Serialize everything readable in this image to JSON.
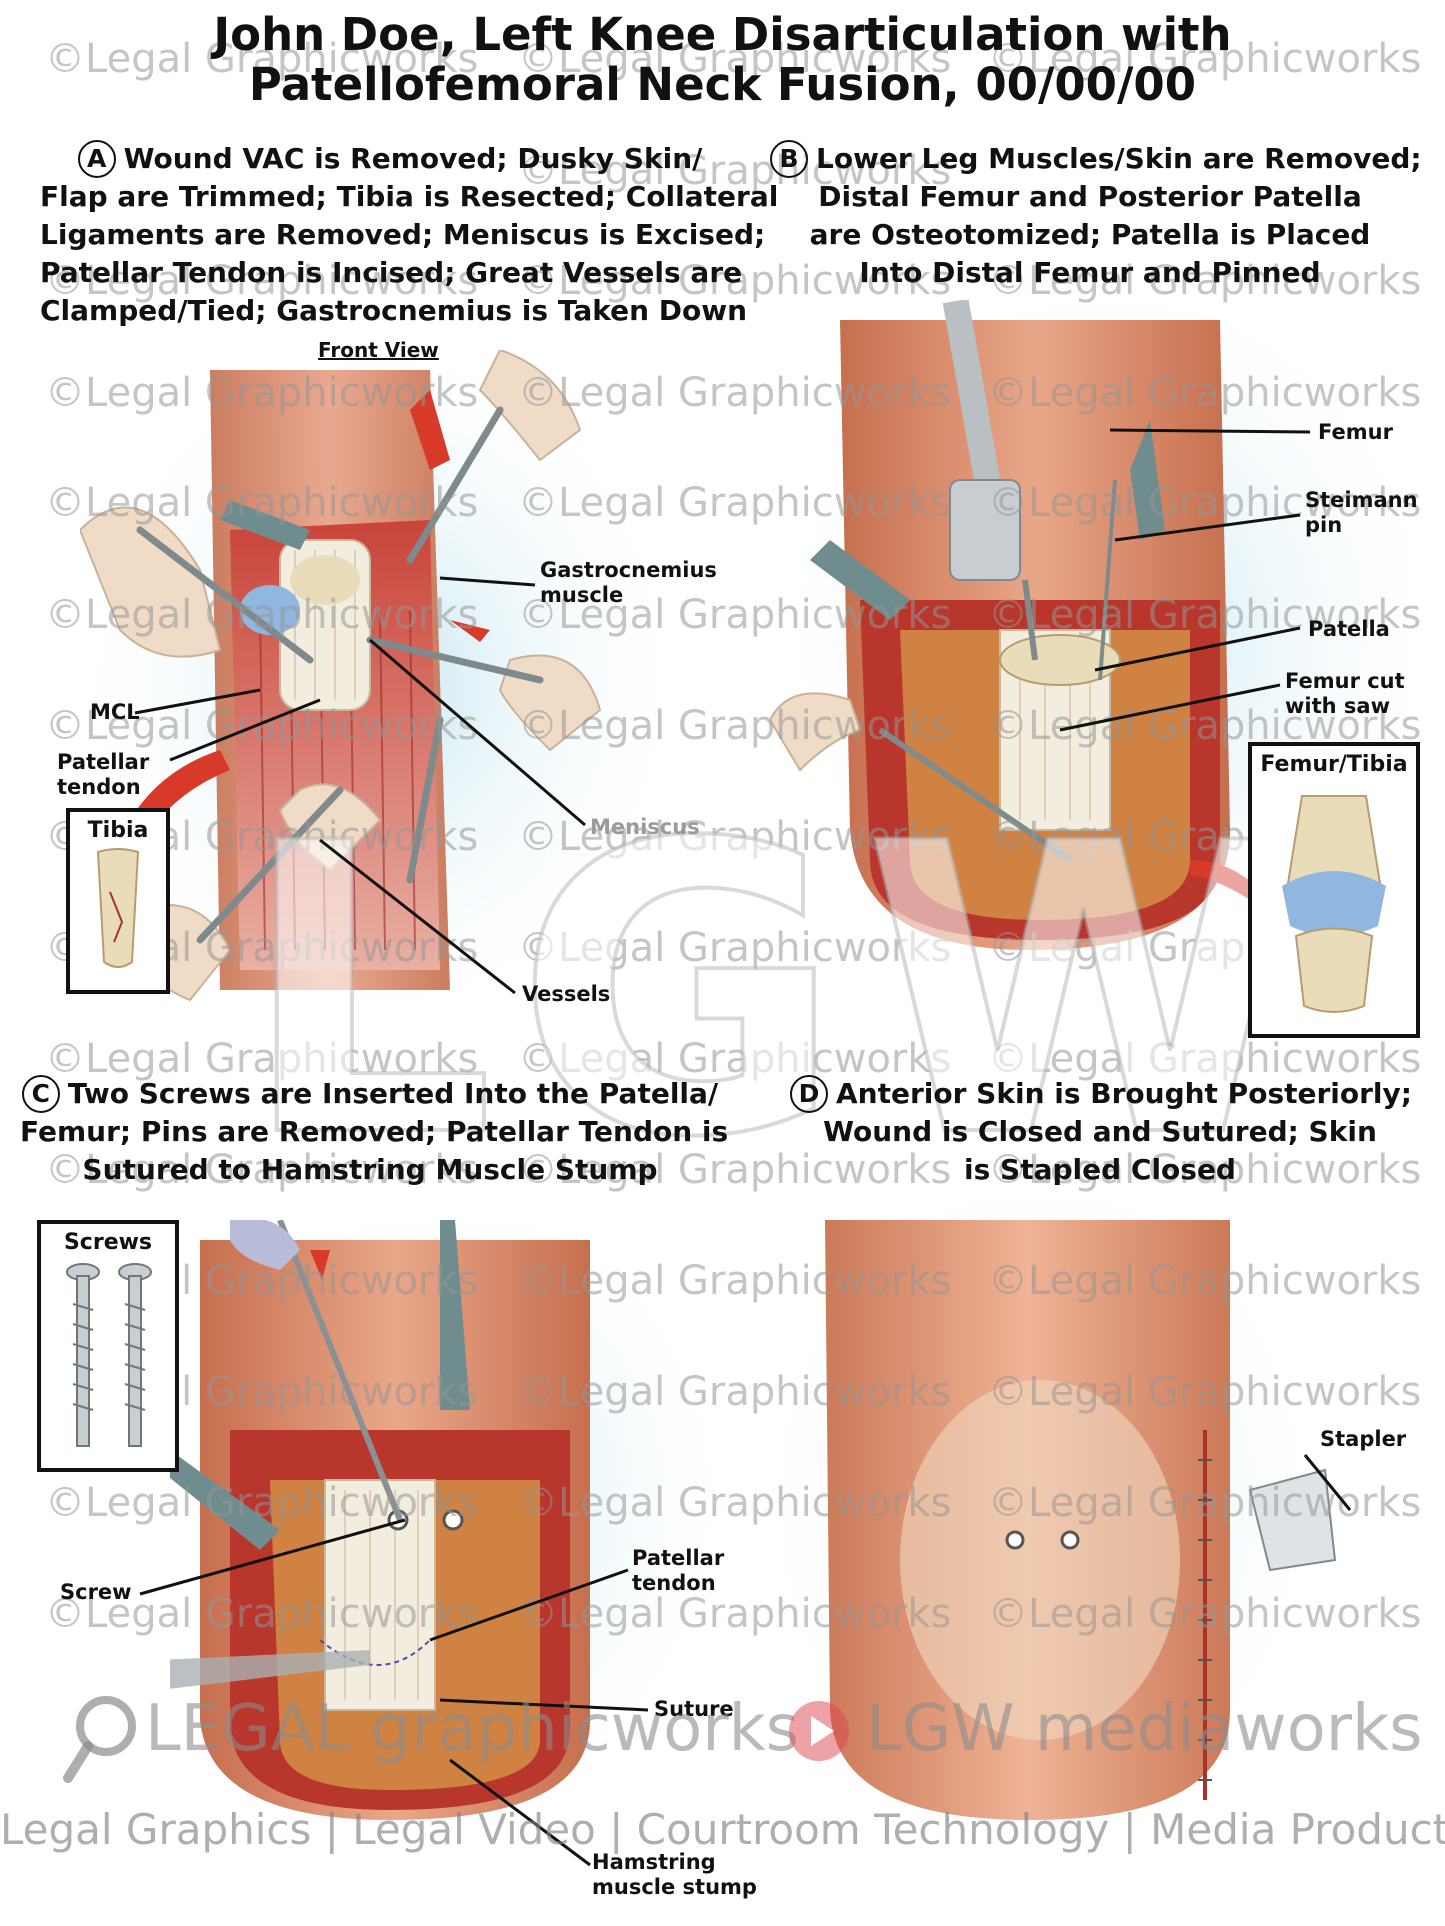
{
  "title": {
    "line1": "John Doe, Left Knee Disarticulation with",
    "line2": "Patellofemoral Neck Fusion, 00/00/00"
  },
  "panels": {
    "A": {
      "letter": "A",
      "lines": [
        "Wound VAC is Removed; Dusky Skin/",
        "Flap are Trimmed; Tibia is Resected; Collateral",
        "Ligaments are Removed; Meniscus is Excised;",
        "Patellar Tendon is Incised; Great Vessels are",
        "Clamped/Tied; Gastrocnemius is Taken Down"
      ],
      "view_label": "Front View",
      "labels": {
        "gastrocnemius": "Gastrocnemius\nmuscle",
        "mcl": "MCL",
        "patellar_tendon": "Patellar\ntendon",
        "meniscus": "Meniscus",
        "vessels": "Vessels"
      },
      "inset_title": "Tibia"
    },
    "B": {
      "letter": "B",
      "lines": [
        "Lower Leg Muscles/Skin are Removed;",
        "Distal Femur and Posterior Patella",
        "are Osteotomized; Patella is Placed",
        "Into Distal Femur and Pinned"
      ],
      "labels": {
        "femur": "Femur",
        "steimann_pin": "Steimann\npin",
        "patella": "Patella",
        "femur_cut": "Femur cut\nwith saw"
      },
      "inset_title": "Femur/Tibia"
    },
    "C": {
      "letter": "C",
      "lines": [
        "Two Screws are Inserted Into the Patella/",
        "Femur; Pins are Removed; Patellar Tendon is",
        "Sutured to Hamstring Muscle Stump"
      ],
      "labels": {
        "screw": "Screw",
        "patellar_tendon": "Patellar\ntendon",
        "suture": "Suture",
        "hamstring": "Hamstring\nmuscle stump"
      },
      "inset_title": "Screws"
    },
    "D": {
      "letter": "D",
      "lines": [
        "Anterior Skin is Brought Posteriorly;",
        "Wound is Closed and Sutured; Skin",
        "is Stapled Closed"
      ],
      "labels": {
        "stapler": "Stapler"
      }
    }
  },
  "watermark": "©Legal Graphicworks",
  "big_monogram": "LGW",
  "footer": {
    "logo_left": "LEGAL graphicworks",
    "logo_right": "LGW mediaworks",
    "tagline": "Legal Graphics | Legal Video | Courtroom Technology | Media Production"
  },
  "colors": {
    "skin": "#d9825f",
    "muscle": "#b8362c",
    "bone": "#e9dcb8",
    "cartilage": "#8fb7e0",
    "glow": "#bfe3ef",
    "arrow": "#d83a2a"
  }
}
